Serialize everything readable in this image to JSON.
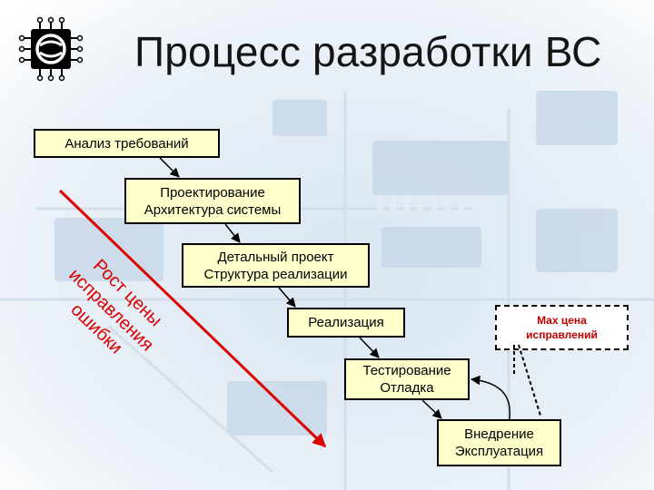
{
  "title": "Процесс разработки ВС",
  "steps": [
    {
      "line1": "Анализ требований",
      "line2": ""
    },
    {
      "line1": "Проектирование",
      "line2": "Архитектура системы"
    },
    {
      "line1": "Детальный проект",
      "line2": "Структура реализации"
    },
    {
      "line1": "Реализация",
      "line2": ""
    },
    {
      "line1": "Тестирование",
      "line2": "Отладка"
    },
    {
      "line1": "Внедрение",
      "line2": "Эксплуатация"
    }
  ],
  "callout": {
    "line1": "Max цена",
    "line2": "исправлений"
  },
  "cost_label": {
    "line1": "Рост цены",
    "line2": "исправления",
    "line3": "ошибки"
  },
  "colors": {
    "box_fill": "#ffffcc",
    "cost_arrow": "#dd0000",
    "cost_text": "#dd0000",
    "callout_text": "#c00000",
    "flow_arrow": "#000000"
  },
  "icons": {
    "logo": "microchip-logo-icon"
  }
}
